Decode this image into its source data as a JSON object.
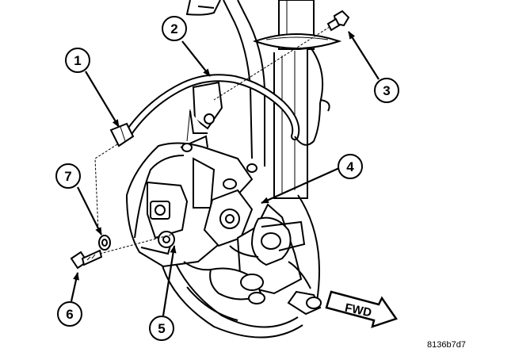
{
  "figure": {
    "callouts": [
      {
        "id": "1",
        "label": "1"
      },
      {
        "id": "2",
        "label": "2"
      },
      {
        "id": "3",
        "label": "3"
      },
      {
        "id": "4",
        "label": "4"
      },
      {
        "id": "5",
        "label": "5"
      },
      {
        "id": "6",
        "label": "6"
      },
      {
        "id": "7",
        "label": "7"
      }
    ],
    "direction_label": "FWD",
    "figure_code": "8136b7d7"
  }
}
